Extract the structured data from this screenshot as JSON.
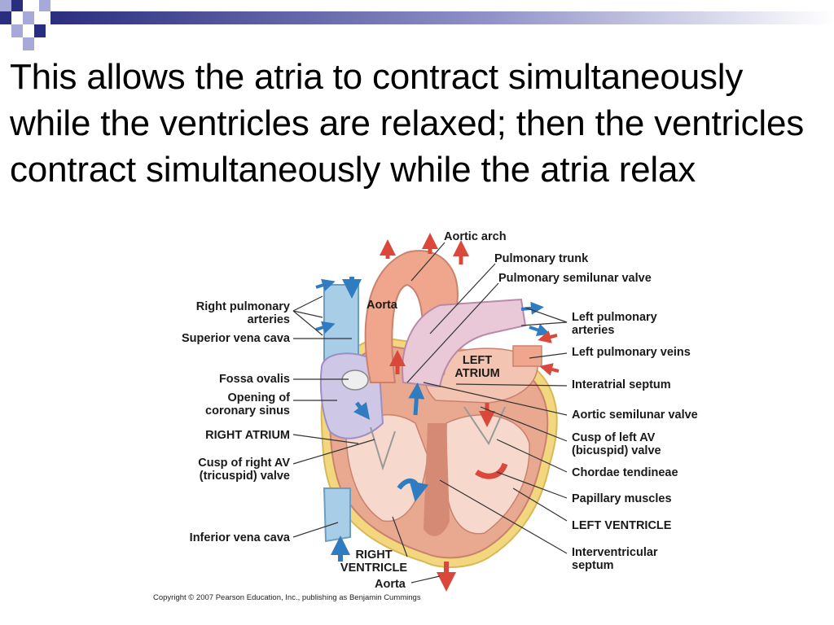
{
  "headline": "This allows the atria to contract simultaneously while the ventricles are relaxed; then the ventricles contract simultaneously while the atria relax",
  "colors": {
    "accent_dark": "#2a2e7e",
    "accent_light": "#a7a9d8",
    "artery_red": "#d9483b",
    "vein_blue": "#2f7dc0"
  },
  "labels": {
    "aortic_arch": "Aortic arch",
    "pulmonary_trunk": "Pulmonary trunk",
    "pulmonary_semilunar_valve": "Pulmonary semilunar valve",
    "right_pulmonary_arteries": "Right pulmonary\narteries",
    "aorta_top": "Aorta",
    "left_pulmonary_arteries": "Left pulmonary\narteries",
    "superior_vena_cava": "Superior vena cava",
    "left_pulmonary_veins": "Left pulmonary veins",
    "left_atrium": "LEFT\nATRIUM",
    "fossa_ovalis": "Fossa ovalis",
    "interatrial_septum": "Interatrial septum",
    "opening_coronary_sinus": "Opening of\ncoronary sinus",
    "aortic_semilunar_valve": "Aortic semilunar valve",
    "right_atrium": "RIGHT ATRIUM",
    "cusp_left_av": "Cusp of left AV\n(bicuspid) valve",
    "cusp_right_av": "Cusp of right AV\n(tricuspid) valve",
    "chordae_tendineae": "Chordae tendineae",
    "papillary_muscles": "Papillary muscles",
    "left_ventricle": "LEFT VENTRICLE",
    "inferior_vena_cava": "Inferior vena cava",
    "interventricular_septum": "Interventricular\nseptum",
    "right_ventricle": "RIGHT\nVENTRICLE",
    "aorta_bottom": "Aorta"
  },
  "copyright": "Copyright © 2007 Pearson Education, Inc., publishing as Benjamin Cummings"
}
